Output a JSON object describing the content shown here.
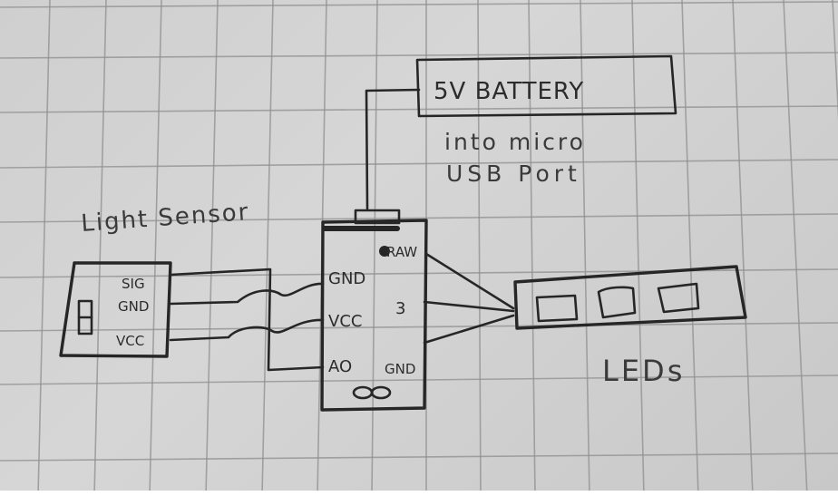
{
  "diagram": {
    "battery": {
      "label": "5V BATTERY",
      "note_line1": "into micro",
      "note_line2": "USB Port"
    },
    "light_sensor": {
      "title": "Light Sensor",
      "pins": [
        "SIG",
        "GND",
        "VCC"
      ]
    },
    "microcontroller": {
      "left_pins": [
        "GND",
        "VCC",
        "AO"
      ],
      "right_pins": [
        "RAW",
        "3",
        "GND"
      ]
    },
    "leds": {
      "label": "LEDs",
      "count": 3
    }
  },
  "colors": {
    "paper": "#d2d2d2",
    "grid": "#8f8f8f",
    "ink": "#262626"
  }
}
